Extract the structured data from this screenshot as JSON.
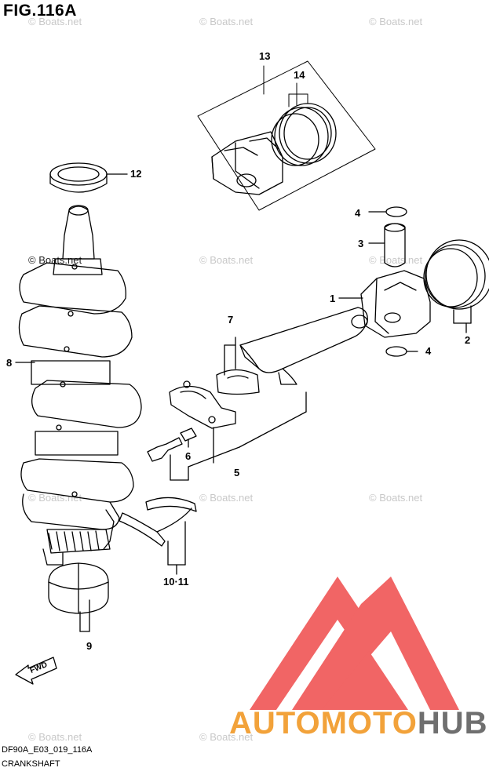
{
  "figure": {
    "title": "FIG.116A",
    "code": "DF90A_E03_019_116A",
    "name": "CRANKSHAFT"
  },
  "watermark": "© Boats.net",
  "callouts": {
    "c13": "13",
    "c14": "14",
    "c12": "12",
    "c4a": "4",
    "c3": "3",
    "c1": "1",
    "c2": "2",
    "c4b": "4",
    "c7": "7",
    "c8": "8",
    "c6": "6",
    "c5": "5",
    "c1011": "10·11",
    "c9": "9"
  },
  "fwd_label": "FWD",
  "brand": {
    "part1": "AUTOMOTO",
    "part2": "HUB",
    "color1": "#f2a23a",
    "color2": "#6f6f6f",
    "logo_color": "#ef4b4b"
  }
}
